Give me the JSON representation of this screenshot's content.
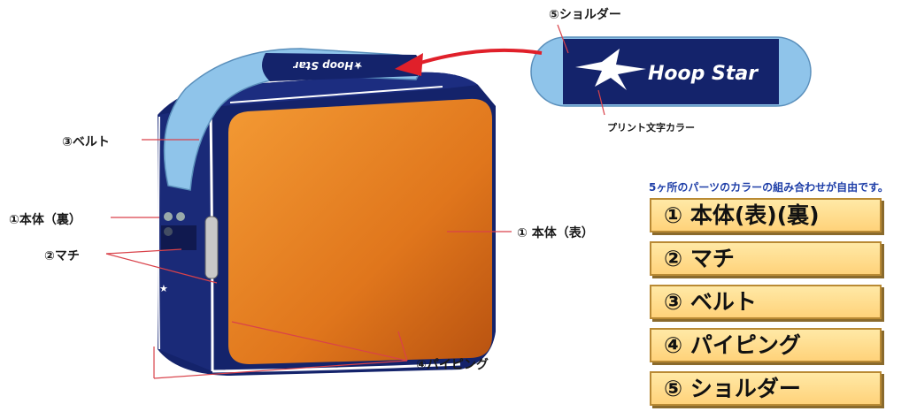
{
  "labels": {
    "shoulder": "⑤ショルダー",
    "print_color": "プリント文字カラー",
    "belt": "③ベルト",
    "body_back": "①本体（裏）",
    "gusset": "②マチ",
    "body_front": "① 本体（表）",
    "piping": "④パイピング"
  },
  "logo": {
    "text": "Hoop Star"
  },
  "parts_panel": {
    "intro": "5ヶ所のパーツのカラーの組み合わせが自由です。",
    "items": [
      "① 本体(表)(裏)",
      "② マチ",
      "③ ベルト",
      "④ パイピング",
      "⑤ ショルダー"
    ]
  },
  "colors": {
    "navy": "#14236b",
    "orange": "#e0761c",
    "light_blue": "#8fc4ea",
    "arrow_red": "#e0202a",
    "leader_red": "#d9424a",
    "intro_blue": "#1f3fa8",
    "panel_fill": "#ffd27a"
  }
}
